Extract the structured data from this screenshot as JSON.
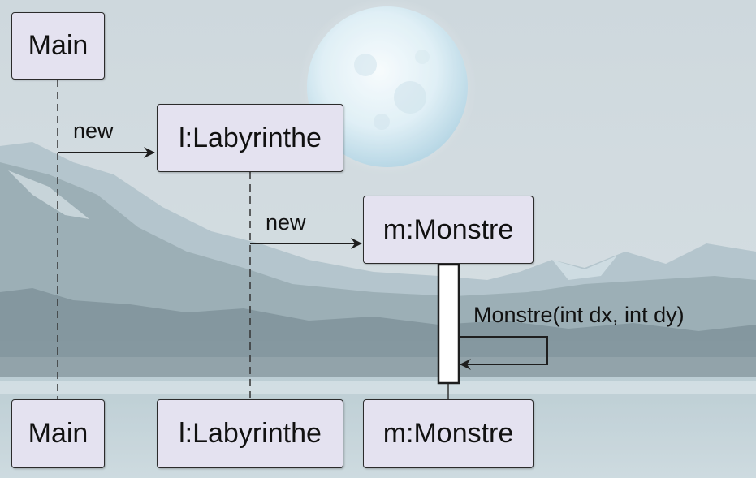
{
  "diagram": {
    "participants": [
      {
        "id": "main",
        "label": "Main"
      },
      {
        "id": "labyrinthe",
        "label": "l:Labyrinthe"
      },
      {
        "id": "monstre",
        "label": "m:Monstre"
      }
    ],
    "messages": [
      {
        "from": "Main",
        "to": "l:Labyrinthe",
        "label": "new"
      },
      {
        "from": "l:Labyrinthe",
        "to": "m:Monstre",
        "label": "new"
      },
      {
        "from": "m:Monstre",
        "to": "m:Monstre",
        "label": "Monstre(int dx, int dy)"
      }
    ]
  },
  "colors": {
    "participant_fill": "#e4e2f0",
    "line": "#2b2b2b",
    "background": "#c9d5da"
  }
}
